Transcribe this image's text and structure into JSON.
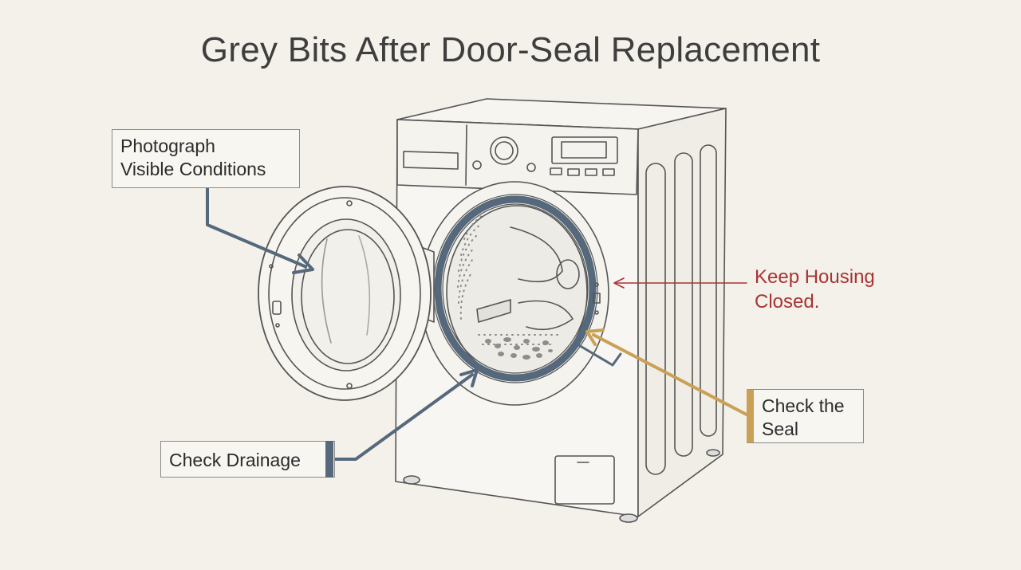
{
  "title": "Grey Bits After Door-Seal Replacement",
  "callouts": {
    "photograph": {
      "line1": "Photograph",
      "line2": "Visible Conditions"
    },
    "drainage": {
      "label": "Check Drainage"
    },
    "seal": {
      "line1": "Check the",
      "line2": "Seal"
    },
    "housing": {
      "line1": "Keep Housing",
      "line2": "Closed."
    }
  },
  "colors": {
    "background": "#f3f1ea",
    "line": "#555555",
    "seal_accent": "#c9a055",
    "pointer_blue": "#56697c",
    "warning_red": "#a83434"
  }
}
